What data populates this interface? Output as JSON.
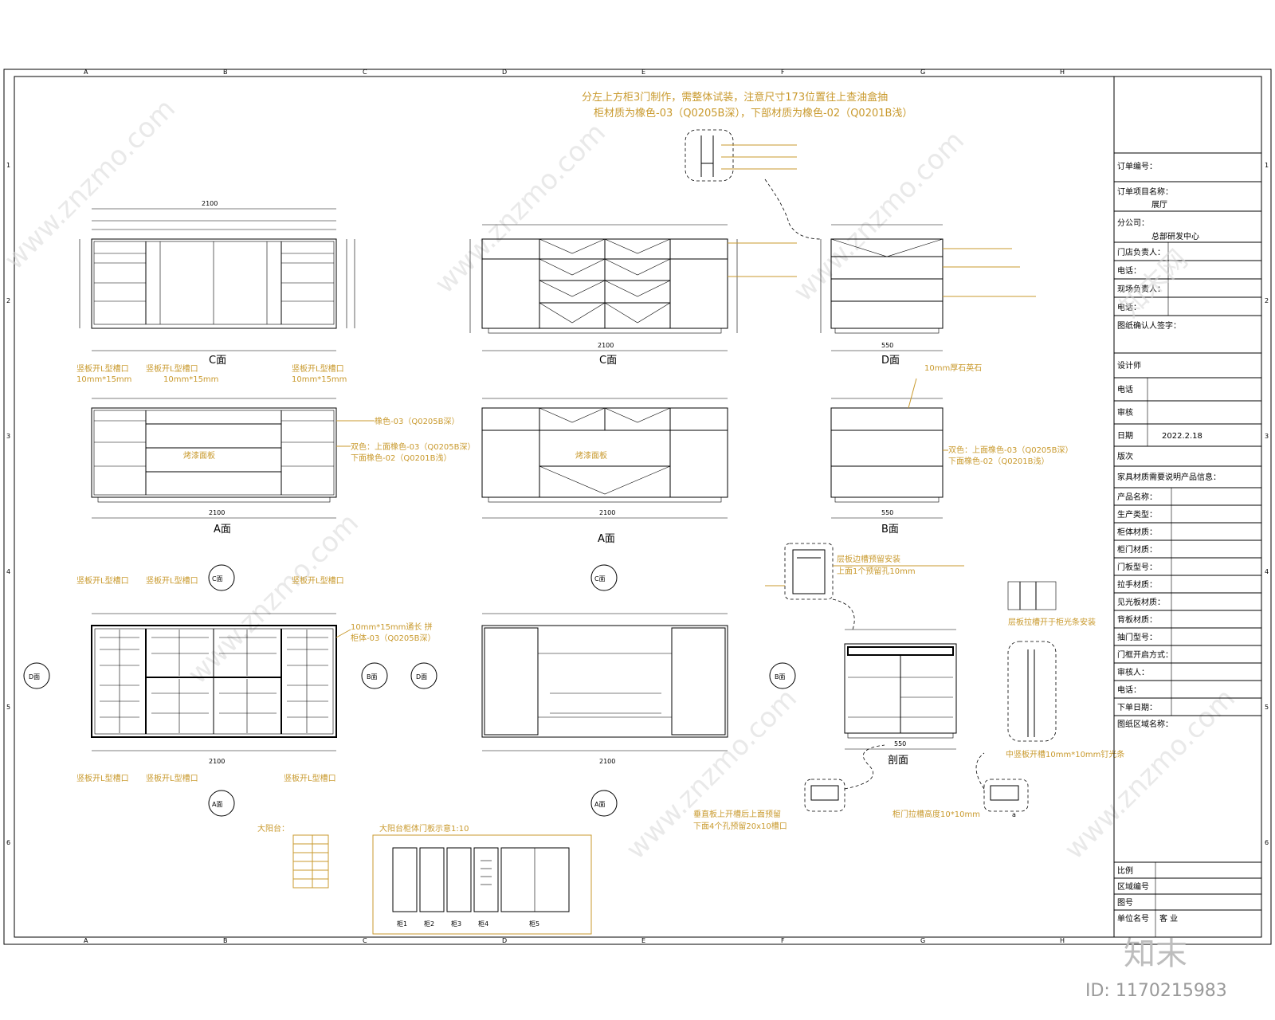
{
  "notes": {
    "line1": "分左上方柜3门制作，需整体试装，注意尺寸173位置往上查油盒抽",
    "line2": "柜材质为橡色-03（Q0205B深），下部材质为橡色-02（Q0201B浅）"
  },
  "views": {
    "c1": "C面",
    "c2": "C面",
    "d1": "D面",
    "a1": "A面",
    "a2": "A面",
    "b1": "B面",
    "section": "剖面",
    "section_a": "a",
    "marker_c1": "C面",
    "marker_c2": "C面",
    "marker_a1": "A面",
    "marker_a2": "A面",
    "marker_d1": "D面",
    "marker_d2": "D面",
    "marker_b1": "B面",
    "marker_b2": "B面"
  },
  "callouts": {
    "slot_left": "竖板开L型槽口",
    "slot_left_size": "10mm*15mm",
    "slot_mid": "竖板开L型槽口",
    "slot_mid_size": "10mm*15mm",
    "slot_right": "竖板开L型槽口",
    "slot_right_size": "10mm*15mm",
    "color_top": "橡色-03（Q0205B深）",
    "color_two": "双色：上面橡色-03（Q0205B深）",
    "color_two_b": "下面橡色-02（Q0201B浅）",
    "panel_text": "烤漆面板",
    "stone": "10mm厚石英石",
    "plan_note": "10mm*15mm通长  拼",
    "plan_note_b": "柜体-03（Q0205B深）",
    "rail_note": "层板边槽预留安装",
    "rail_note_b": "上面1个预留孔10mm",
    "right_note": "层板拉槽开于柜光条安装",
    "mid_note": "中竖板开槽10mm*10mm钉光条",
    "lower_note1": "垂直板上开槽后上面预留",
    "lower_note2": "下面4个孔预留20x10槽口",
    "lower_note3": "柜门拉槽高度10*10mm"
  },
  "legend_title": "大阳台：",
  "schedule": {
    "title": "大阳台柜体门板示意1:10",
    "labels": [
      "柜1",
      "柜2",
      "柜3",
      "柜4",
      "柜5"
    ]
  },
  "titleblock": {
    "rows": [
      {
        "label": "订单编号：",
        "value": ""
      },
      {
        "label": "订单项目名称：",
        "value": "展厅"
      },
      {
        "label": "分公司：",
        "value": "总部研发中心"
      },
      {
        "label": "门店负责人：",
        "value": ""
      },
      {
        "label": "电话：",
        "value": ""
      },
      {
        "label": "现场负责人：",
        "value": ""
      },
      {
        "label": "电话：",
        "value": ""
      },
      {
        "label": "图纸确认人签字：",
        "value": ""
      },
      {
        "label": "设计师",
        "value": ""
      },
      {
        "label": "电话",
        "value": ""
      },
      {
        "label": "审核",
        "value": ""
      },
      {
        "label": "日期",
        "value": "2022.2.18"
      },
      {
        "label": "版次",
        "value": ""
      },
      {
        "label": "家具材质需要说明产品信息：",
        "value": ""
      },
      {
        "label": "产品名称：",
        "value": ""
      },
      {
        "label": "生产类型：",
        "value": ""
      },
      {
        "label": "柜体材质：",
        "value": ""
      },
      {
        "label": "柜门材质：",
        "value": ""
      },
      {
        "label": "门板型号：",
        "value": ""
      },
      {
        "label": "拉手材质：",
        "value": ""
      },
      {
        "label": "见光板材质：",
        "value": ""
      },
      {
        "label": "背板材质：",
        "value": ""
      },
      {
        "label": "抽门型号：",
        "value": ""
      },
      {
        "label": "门框开启方式：",
        "value": ""
      },
      {
        "label": "审核人：",
        "value": ""
      },
      {
        "label": "电话：",
        "value": ""
      },
      {
        "label": "下单日期：",
        "value": ""
      },
      {
        "label": "图纸区域名称：",
        "value": ""
      }
    ],
    "bottom": [
      {
        "label": "比例",
        "value": ""
      },
      {
        "label": "区域编号",
        "value": ""
      },
      {
        "label": "图号",
        "value": ""
      },
      {
        "label": "单位名号",
        "value": "  客  业"
      }
    ]
  },
  "grid": {
    "columns": [
      "A",
      "B",
      "C",
      "D",
      "E",
      "F",
      "G",
      "H"
    ],
    "rows": [
      "1",
      "2",
      "3",
      "4",
      "5",
      "6"
    ]
  },
  "watermark": {
    "text": "www.znzmo.com",
    "brand": "知末网",
    "logo": "知末",
    "id": "ID: 1170215983"
  },
  "dims": {
    "c1_total": "2100",
    "c2_total": "2100",
    "a1_total": "2100",
    "a2_total": "2100",
    "plan_total": "2100",
    "plan2_total": "2100",
    "d_width": "550",
    "b_width": "550",
    "section_width": "550"
  }
}
